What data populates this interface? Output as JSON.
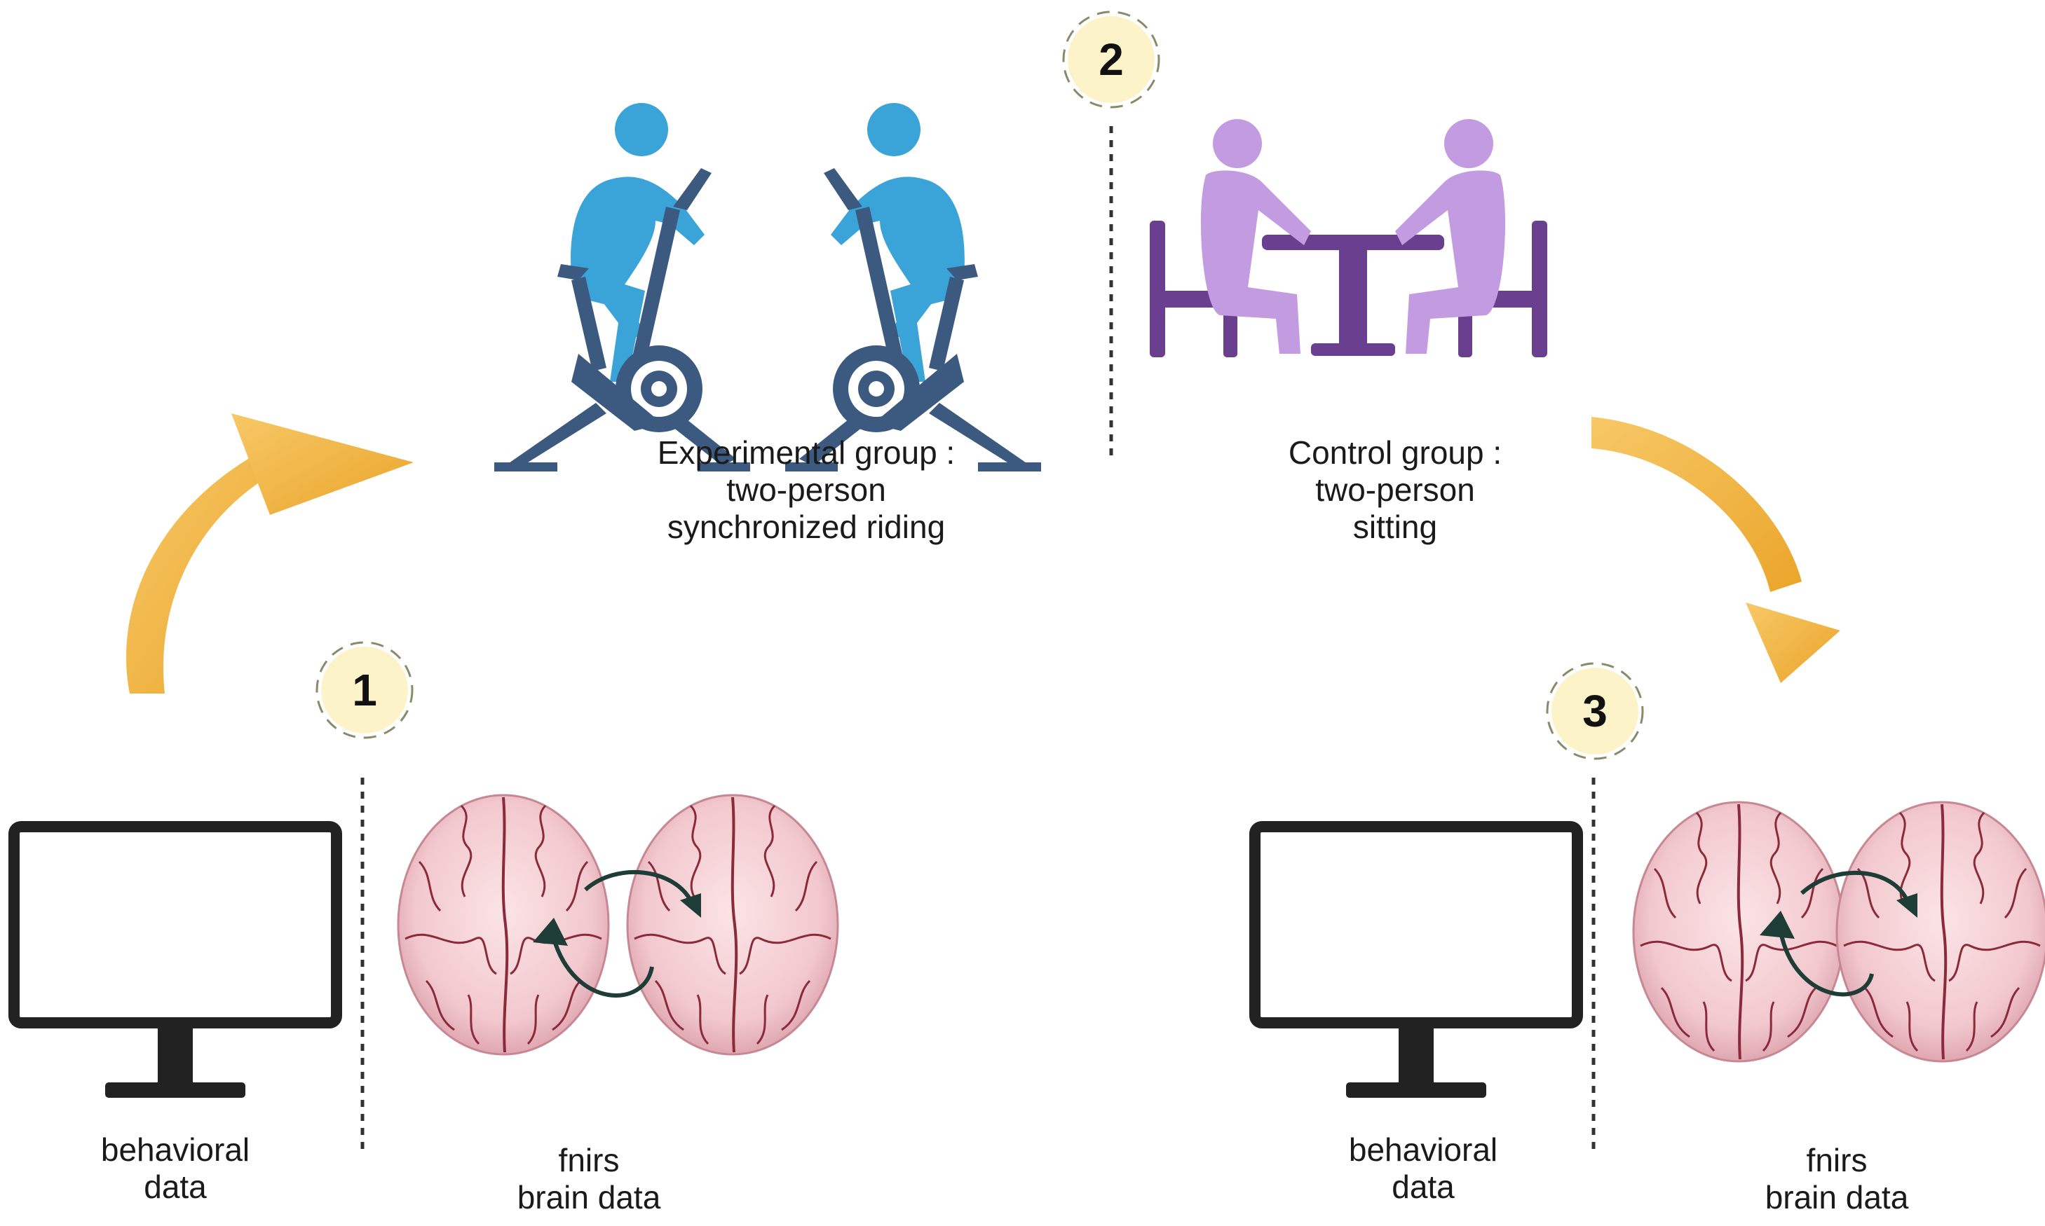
{
  "steps": [
    {
      "number": "1"
    },
    {
      "number": "2"
    },
    {
      "number": "3"
    }
  ],
  "experimental": {
    "line1": "Experimental group :",
    "line2": "two-person",
    "line3": "synchronized riding"
  },
  "control": {
    "line1": "Control group :",
    "line2": "two-person",
    "line3": "sitting"
  },
  "left": {
    "behavioral": {
      "line1": "behavioral",
      "line2": "data"
    },
    "fnirs": {
      "line1": "fnirs",
      "line2": "brain data"
    }
  },
  "right": {
    "behavioral": {
      "line1": "behavioral",
      "line2": "data"
    },
    "fnirs": {
      "line1": "fnirs",
      "line2": "brain data"
    }
  },
  "colors": {
    "arrow": "#f2b63c",
    "cyclist_body": "#3aa3d8",
    "bike_frame": "#3c5a80",
    "sitter_body": "#c39be0",
    "furniture": "#6a3f8f",
    "brain_fill": "#f0c6cc",
    "brain_vein": "#8a2a3a",
    "badge_fill": "#fdf3c8",
    "monitor": "#222222"
  },
  "icons": [
    "curved-arrow-icon",
    "exercise-bike-icon",
    "table-chairs-icon",
    "monitor-icon",
    "brain-icon",
    "swap-arrows-icon"
  ]
}
